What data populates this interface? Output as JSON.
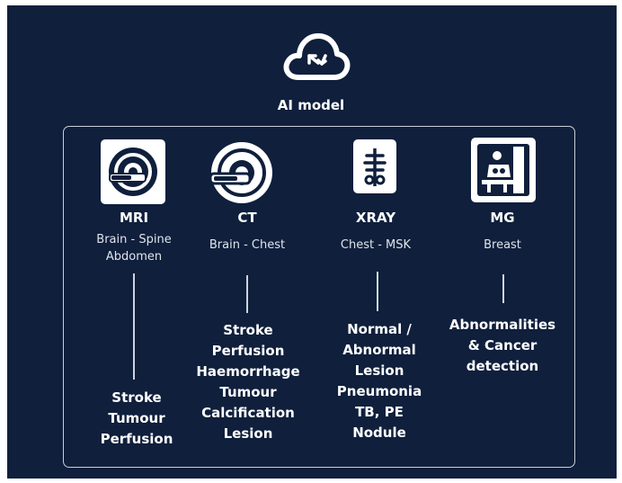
{
  "model": {
    "label": "AI model",
    "icon": "cloud-sync-icon"
  },
  "modalities": [
    {
      "name": "MRI",
      "regions": [
        "Brain - Spine",
        "Abdomen"
      ],
      "icon": "mri-scanner-icon",
      "findings": [
        "Stroke",
        "Tumour",
        "Perfusion"
      ]
    },
    {
      "name": "CT",
      "regions": [
        "Brain - Chest"
      ],
      "icon": "ct-scanner-icon",
      "findings": [
        "Stroke",
        "Perfusion",
        "Haemorrhage",
        "Tumour",
        "Calcification",
        "Lesion"
      ]
    },
    {
      "name": "XRAY",
      "regions": [
        "Chest - MSK"
      ],
      "icon": "xray-chest-icon",
      "findings": [
        "Normal /",
        "Abnormal",
        "Lesion",
        "Pneumonia",
        "TB, PE",
        "Nodule"
      ]
    },
    {
      "name": "MG",
      "regions": [
        "Breast"
      ],
      "icon": "mammography-icon",
      "findings": [
        "Abnormalities",
        "& Cancer",
        "detection"
      ]
    }
  ],
  "colors": {
    "background": "#0f1f3c",
    "text": "#ffffff",
    "frame": "#c9ced8"
  }
}
